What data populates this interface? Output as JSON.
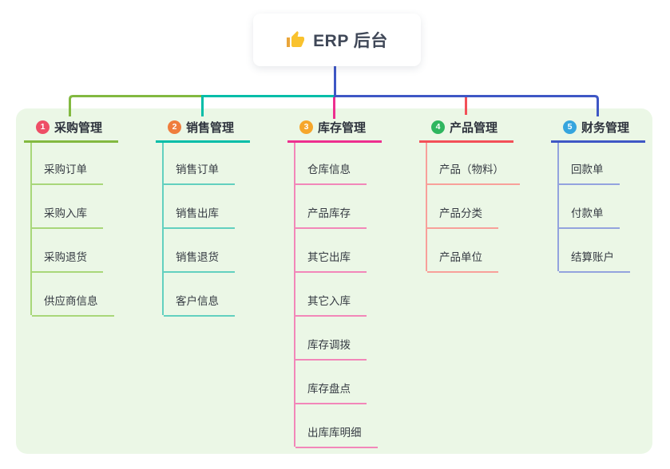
{
  "root": {
    "title": "ERP 后台",
    "icon": "thumbs-up-icon",
    "icon_hand_color": "#f9c22e",
    "icon_cuff_color": "#e9a53a"
  },
  "colors": {
    "canvas_bg": "#ebf7e6",
    "stem": "#4a59c4",
    "title_text": "#3f4757",
    "header_text": "#2e333d",
    "child_text": "#363b43"
  },
  "branches": [
    {
      "badge": "1",
      "title": "采购管理",
      "badge_color": "#ee4e66",
      "line_color": "#82b940",
      "child_line_color": "#a8d779",
      "children": [
        "采购订单",
        "采购入库",
        "采购退货",
        "供应商信息"
      ]
    },
    {
      "badge": "2",
      "title": "销售管理",
      "badge_color": "#ef7d3d",
      "line_color": "#00bda8",
      "child_line_color": "#62d0bf",
      "children": [
        "销售订单",
        "销售出库",
        "销售退货",
        "客户信息"
      ]
    },
    {
      "badge": "3",
      "title": "库存管理",
      "badge_color": "#f6a62b",
      "line_color": "#ed2f8f",
      "child_line_color": "#f287b9",
      "children": [
        "仓库信息",
        "产品库存",
        "其它出库",
        "其它入库",
        "库存调拨",
        "库存盘点",
        "出库库明细"
      ]
    },
    {
      "badge": "4",
      "title": "产品管理",
      "badge_color": "#2fb65f",
      "line_color": "#f25058",
      "child_line_color": "#f8a09a",
      "children": [
        "产品（物料）",
        "产品分类",
        "产品单位"
      ]
    },
    {
      "badge": "5",
      "title": "财务管理",
      "badge_color": "#36a5de",
      "line_color": "#3e57c5",
      "child_line_color": "#93a3de",
      "children": [
        "回款单",
        "付款单",
        "结算账户"
      ]
    }
  ]
}
